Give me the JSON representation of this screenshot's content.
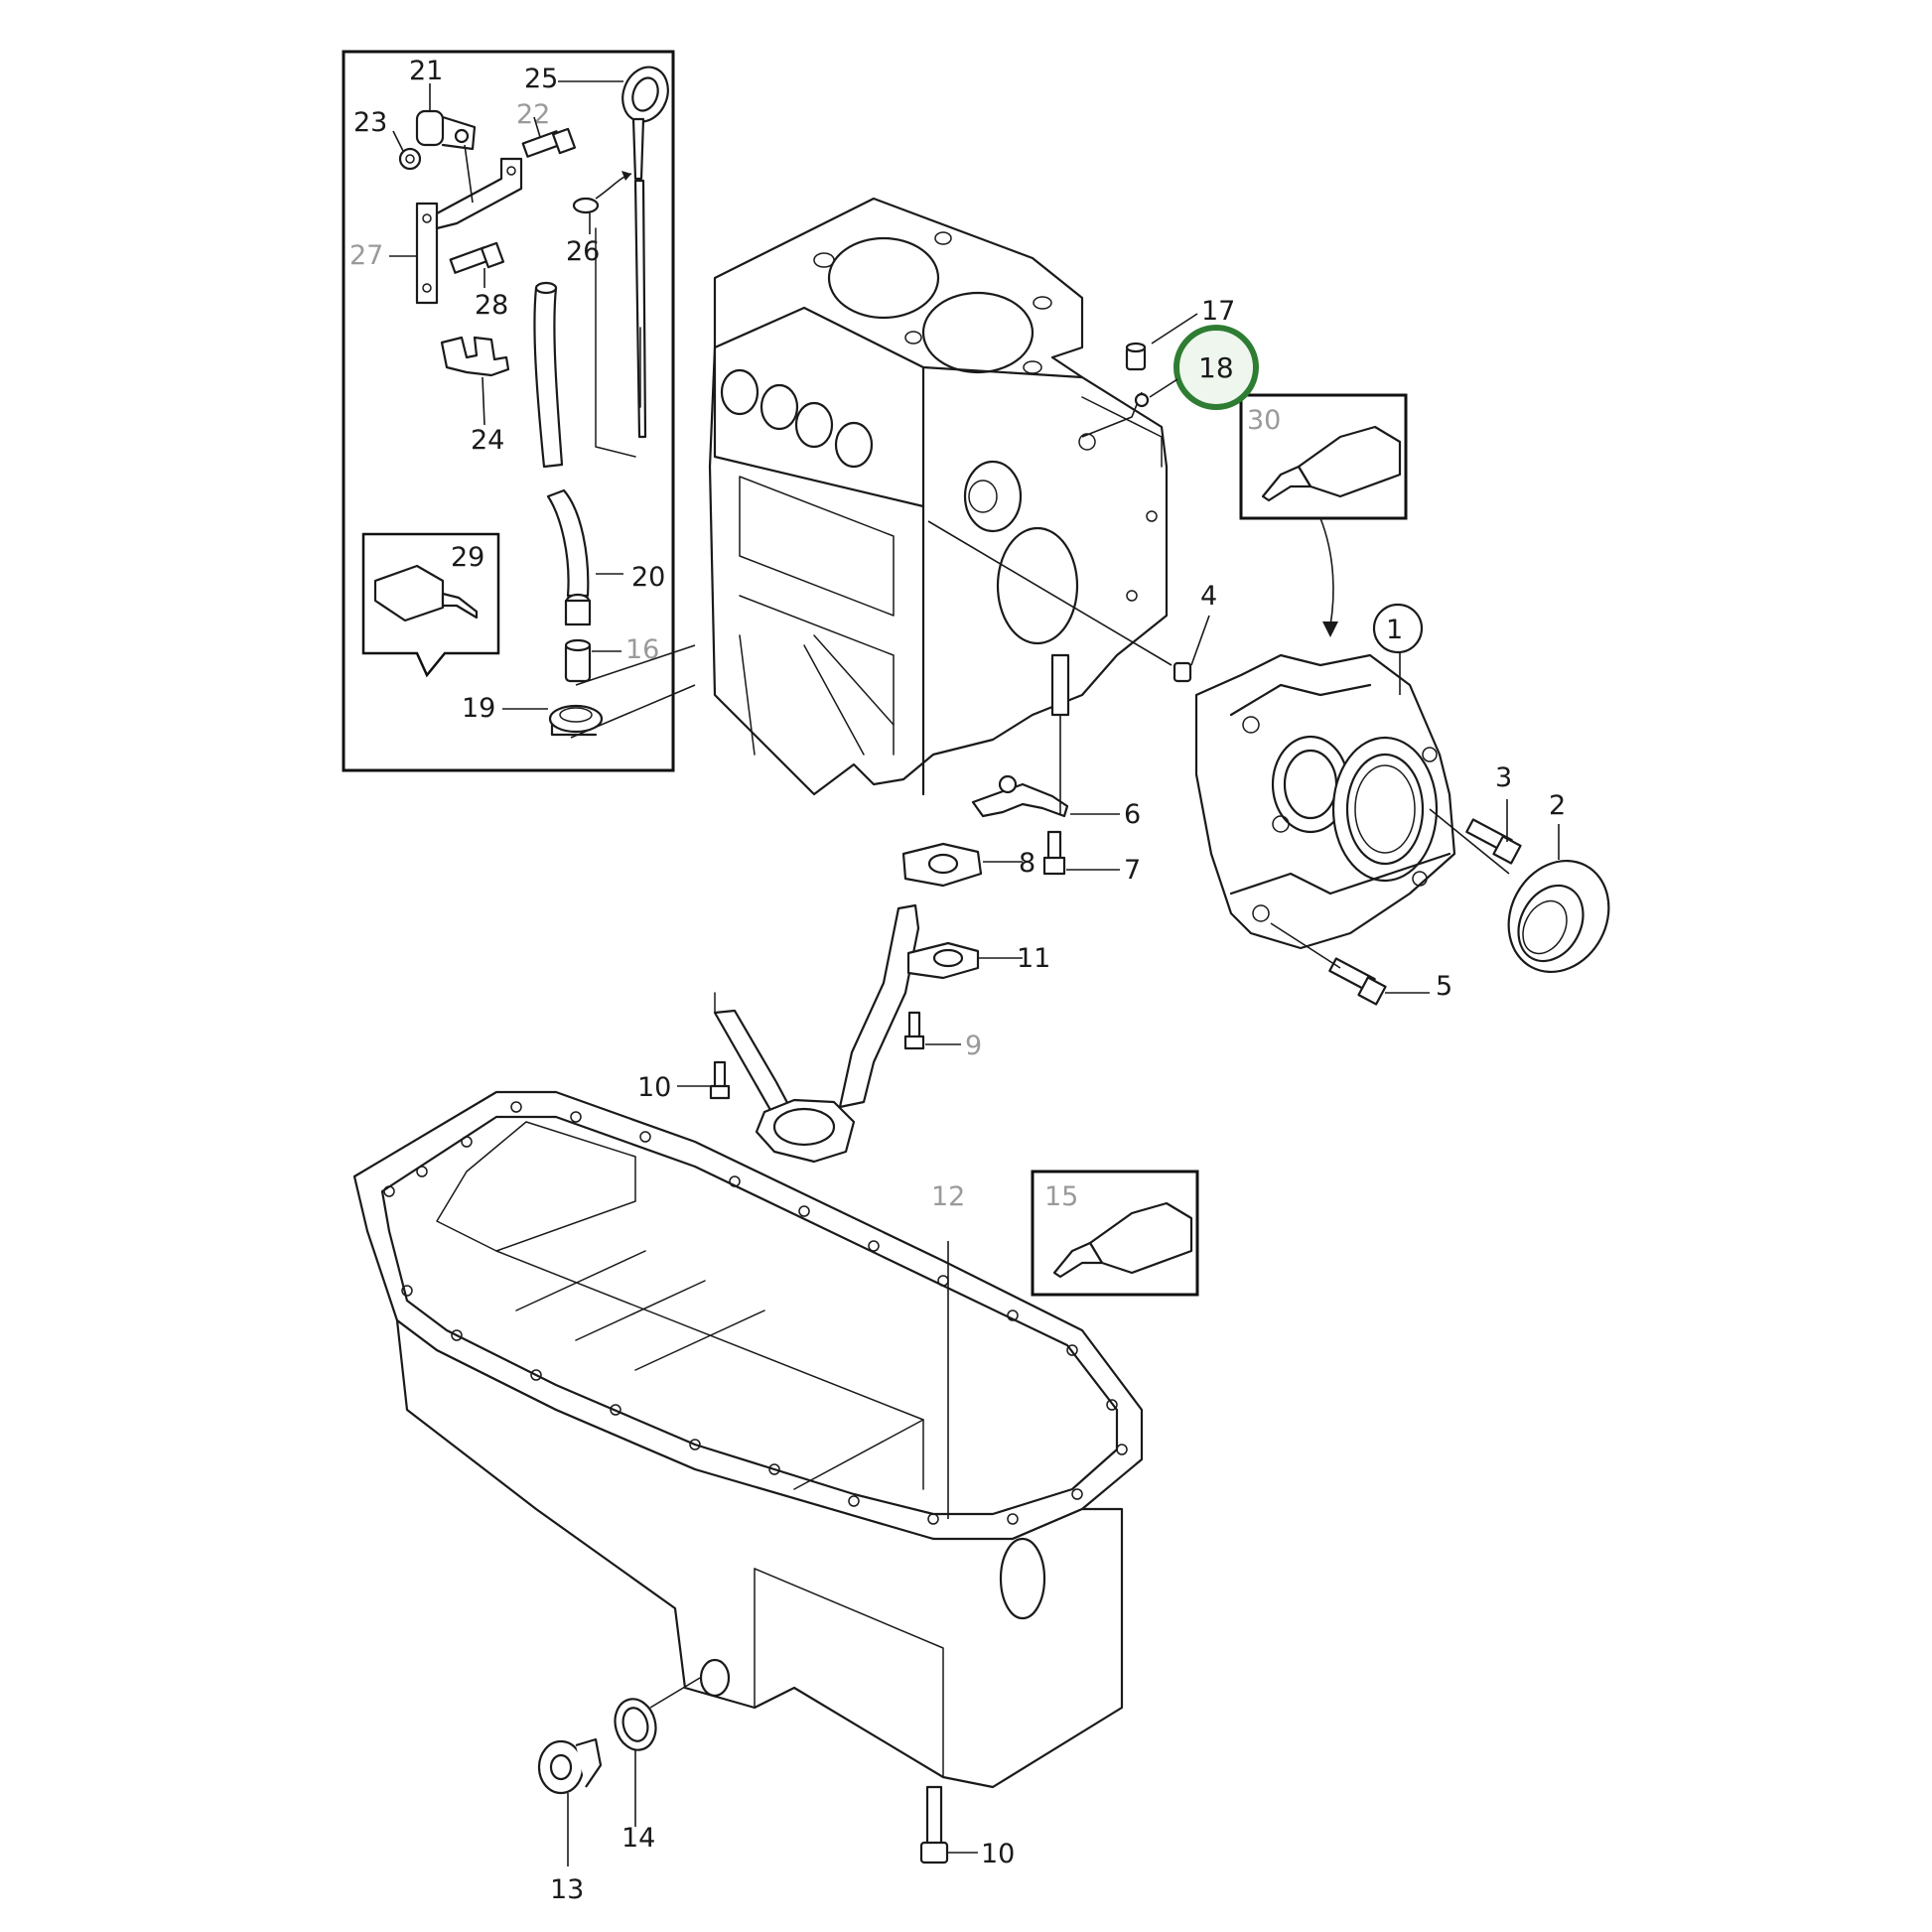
{
  "highlight_color": "#2e7d32",
  "callouts": {
    "c1": "1",
    "c2": "2",
    "c3": "3",
    "c4": "4",
    "c5": "5",
    "c6": "6",
    "c7": "7",
    "c8": "8",
    "c9": "9",
    "c10a": "10",
    "c10b": "10",
    "c11": "11",
    "c12": "12",
    "c13": "13",
    "c14": "14",
    "c15": "15",
    "c16": "16",
    "c17": "17",
    "c18": "18",
    "c19": "19",
    "c20": "20",
    "c21": "21",
    "c22": "22",
    "c23": "23",
    "c24": "24",
    "c25": "25",
    "c26": "26",
    "c27": "27",
    "c28": "28",
    "c29": "29",
    "c30": "30"
  }
}
